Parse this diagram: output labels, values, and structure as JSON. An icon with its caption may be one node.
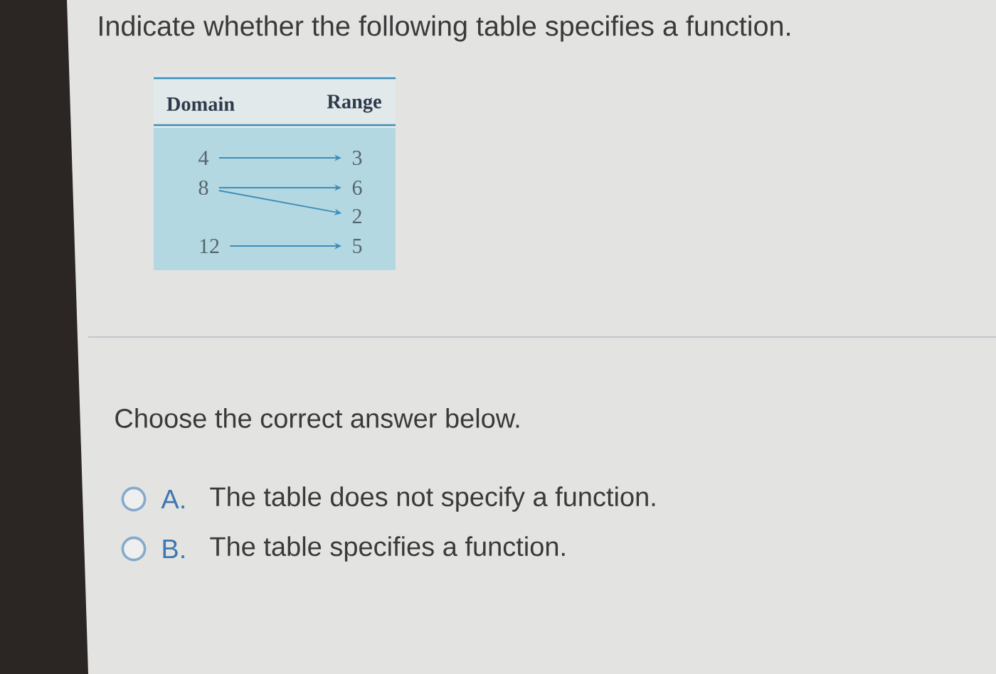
{
  "diagram": {
    "title": "Indicate whether the following table specifies a function.",
    "nodes": [
      {
        "text": [
          "Domain",
          "Range"
        ]
      },
      {
        "text": [
          "4"
        ],
        "in": 0
      },
      {
        "text": [
          "8"
        ],
        "in": 0
      },
      {
        "text": [
          "12"
        ],
        "in": 0
      },
      {
        "text": [
          "3"
        ],
        "in": 0
      },
      {
        "text": [
          "6"
        ],
        "in": 0
      },
      {
        "text": [
          "2"
        ],
        "in": 0
      },
      {
        "text": [
          "5"
        ],
        "in": 0
      }
    ],
    "edges": [
      {
        "from": 1,
        "to": 4,
        "arrow": "to"
      },
      {
        "from": 2,
        "to": 5,
        "arrow": "to"
      },
      {
        "from": 2,
        "to": 6,
        "arrow": "to"
      },
      {
        "from": 3,
        "to": 7,
        "arrow": "to"
      }
    ],
    "labels": [
      "Choose the correct answer below.",
      "A.",
      "The table does not specify a function.",
      "B.",
      "The table specifies a function."
    ]
  }
}
